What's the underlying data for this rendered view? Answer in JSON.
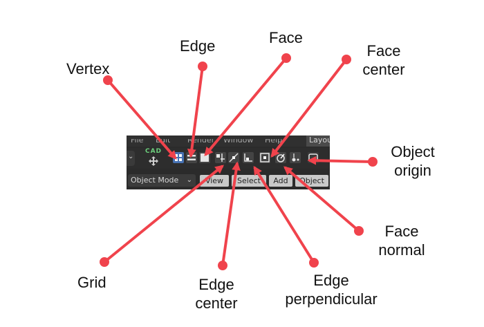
{
  "labels": {
    "vertex": "Vertex",
    "edge": "Edge",
    "face": "Face",
    "face_center_line1": "Face",
    "face_center_line2": "center",
    "object_origin_line1": "Object",
    "object_origin_line2": "origin",
    "face_normal_line1": "Face",
    "face_normal_line2": "normal",
    "grid": "Grid",
    "edge_center_line1": "Edge",
    "edge_center_line2": "center",
    "edge_perp_line1": "Edge",
    "edge_perp_line2": "perpendicular"
  },
  "toolbar": {
    "menu": [
      "File",
      "Edit",
      "Render",
      "Window",
      "Help"
    ],
    "layout_tab": "Layou",
    "cad_logo": "CAD",
    "mode_select": "Object Mode",
    "buttons": [
      "View",
      "Select",
      "Add",
      "Object"
    ]
  },
  "colors": {
    "arrow": "#f0434c",
    "active_snap": "#4772b3",
    "cad_green": "#6ccf7c"
  }
}
